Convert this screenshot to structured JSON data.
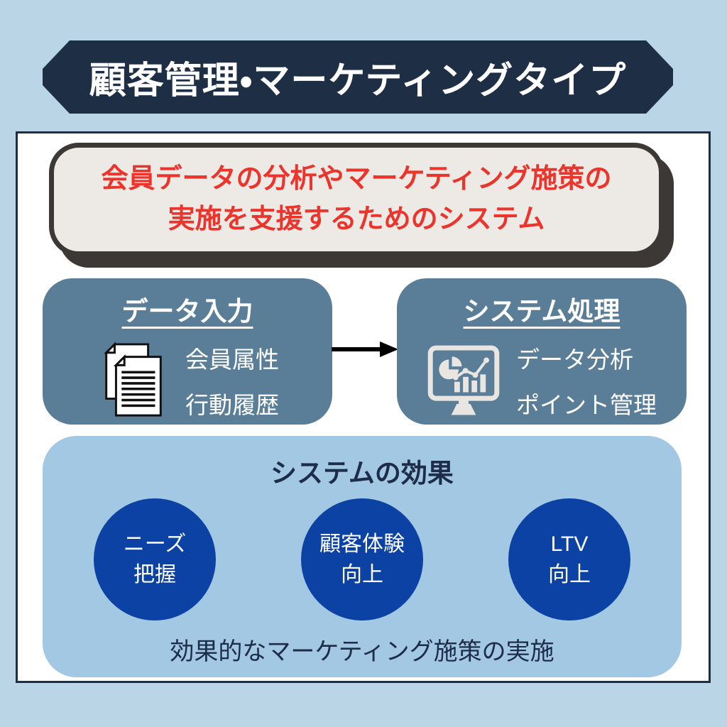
{
  "colors": {
    "background": "#b9d5e6",
    "banner_bg": "#1e2e45",
    "panel_bg": "#ffffff",
    "panel_border": "#1e2e45",
    "description_bg": "#edeae6",
    "description_border": "#3b3836",
    "description_text": "#ea342c",
    "process_box_bg": "#5b7e98",
    "effects_box_bg": "#a3c8e4",
    "circle_bg": "#0c42a3",
    "dark_text": "#1c2c49",
    "white_text": "#ffffff",
    "arrow_color": "#000000",
    "icon_color": "#e9e6e2"
  },
  "banner": {
    "title": "顧客管理・マーケティングタイプ"
  },
  "description": {
    "line1": "会員データの分析やマーケティング施策の",
    "line2": "実施を支援するためのシステム"
  },
  "flow": {
    "data_input": {
      "title": "データ入力",
      "icon": "documents-icon",
      "items": [
        "会員属性",
        "行動履歴"
      ]
    },
    "arrow": "right-arrow",
    "system_process": {
      "title": "システム処理",
      "icon": "monitor-analytics-icon",
      "items": [
        "データ分析",
        "ポイント管理"
      ]
    }
  },
  "effects": {
    "title": "システムの効果",
    "circles": [
      {
        "line1": "ニーズ",
        "line2": "把握"
      },
      {
        "line1": "顧客体験",
        "line2": "向上"
      },
      {
        "line1": "LTV",
        "line2": "向上"
      }
    ],
    "footer": "効果的なマーケティング施策の実施"
  }
}
